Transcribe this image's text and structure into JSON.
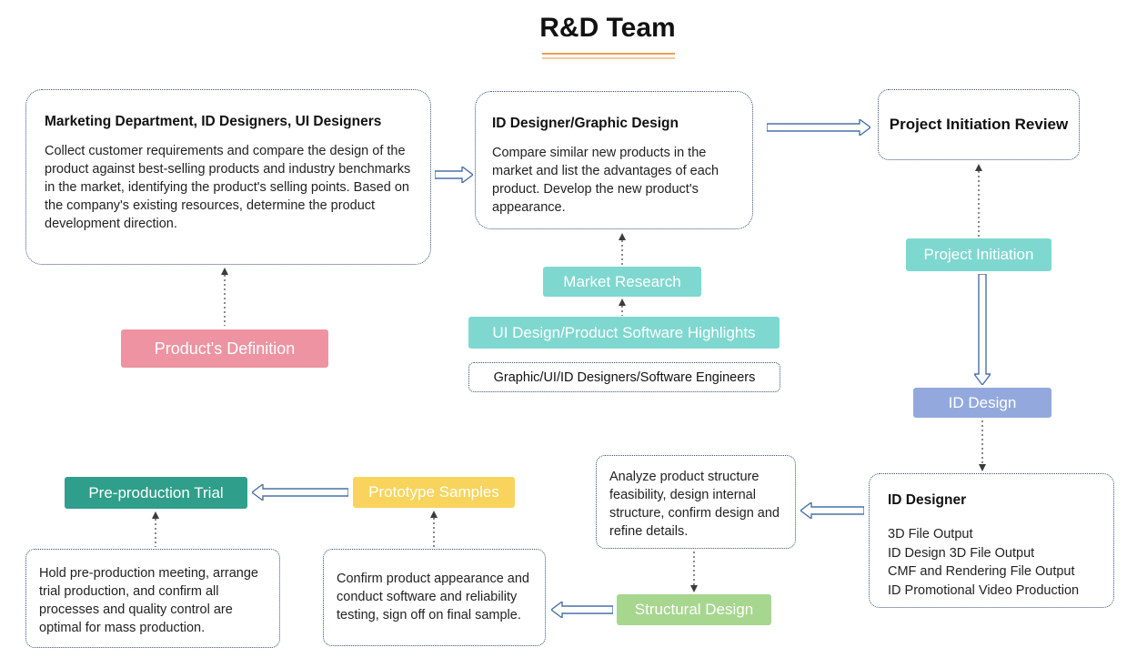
{
  "title": "R&D Team",
  "nodes": {
    "marketing": {
      "heading": "Marketing Department, ID Designers, UI Designers",
      "body": "Collect customer requirements and compare the design of the product against best-selling products and industry benchmarks in the market, identifying the product's selling points. Based on the company's existing resources, determine the product development direction."
    },
    "product_definition": {
      "label": "Product's Definition"
    },
    "id_graphic_design": {
      "heading": "ID Designer/Graphic Design",
      "body": "Compare similar new products in the market and list the advantages of each product. Develop the new product's appearance."
    },
    "project_initiation_review": {
      "label": "Project Initiation Review"
    },
    "market_research": {
      "label": "Market Research"
    },
    "ui_design_highlights": {
      "label": "UI Design/Product Software Highlights"
    },
    "graphic_ui_id_engineers": {
      "label": "Graphic/UI/ID Designers/Software Engineers"
    },
    "project_initiation": {
      "label": "Project Initiation"
    },
    "id_design": {
      "label": "ID Design"
    },
    "id_designer": {
      "heading": "ID Designer",
      "lines": [
        "3D File Output",
        "ID Design 3D File Output",
        "CMF and Rendering File Output",
        "ID Promotional Video Production"
      ]
    },
    "analyze_structure": {
      "body": "Analyze product structure feasibility, design internal structure, confirm design and refine details."
    },
    "structural_design": {
      "label": "Structural Design"
    },
    "confirm_sample": {
      "body": "Confirm product appearance and conduct software and reliability testing, sign off on final sample."
    },
    "prototype_samples": {
      "label": "Prototype Samples"
    },
    "pre_production_trial": {
      "label": "Pre-production Trial"
    },
    "pre_production_meeting": {
      "body": "Hold pre-production meeting, arrange trial production, and confirm all processes and quality control are optimal for mass production."
    }
  },
  "colors": {
    "pink": "#ee93a1",
    "teal": "#7ed8d0",
    "periwinkle": "#93a9de",
    "green": "#a7d68f",
    "yellow": "#f8d45c",
    "dark_teal": "#2f9e8a",
    "arrow_blue": "#4a71a8",
    "dotted_border": "#3b5075",
    "underline_orange": "#ef9d55"
  }
}
